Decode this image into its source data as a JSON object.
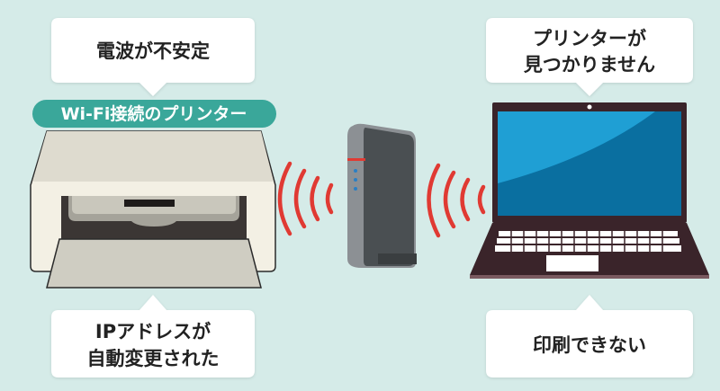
{
  "bubbles": {
    "signal_unstable": "電波が不安定",
    "printer_not_found_line1": "プリンターが",
    "printer_not_found_line2": "見つかりません",
    "ip_changed_line1": "IPアドレスが",
    "ip_changed_line2": "自動変更された",
    "cannot_print": "印刷できない"
  },
  "printer_label": "Wi-Fi接続のプリンター",
  "colors": {
    "background": "#d5ebe8",
    "label_teal": "#3aa79a",
    "wave_red": "#e03a33",
    "screen_blue": "#0a6fa0",
    "laptop_body": "#3a242a",
    "router_body": "#4a4f52"
  }
}
